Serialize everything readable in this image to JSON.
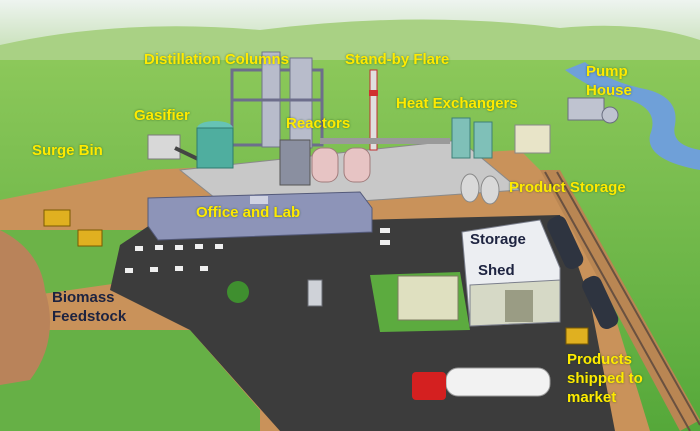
{
  "labels": {
    "surge_bin": "Surge Bin",
    "gasifier": "Gasifier",
    "distillation": "Distillation Columns",
    "flare": "Stand-by Flare",
    "reactors": "Reactors",
    "heat_exchangers": "Heat Exchangers",
    "pump_house": "Pump House",
    "product_storage": "Product Storage",
    "office_lab": "Office and Lab",
    "storage": "Storage",
    "shed": "Shed",
    "biomass": "Biomass Feedstock",
    "shipped": "Products shipped to market"
  },
  "colors": {
    "label": "#ffea00",
    "shed_label": "#1d2340",
    "grass": "#7fbf4a",
    "pavement": "#3c3c3c",
    "dirt": "#c9925a",
    "river": "#6fa0d8"
  }
}
